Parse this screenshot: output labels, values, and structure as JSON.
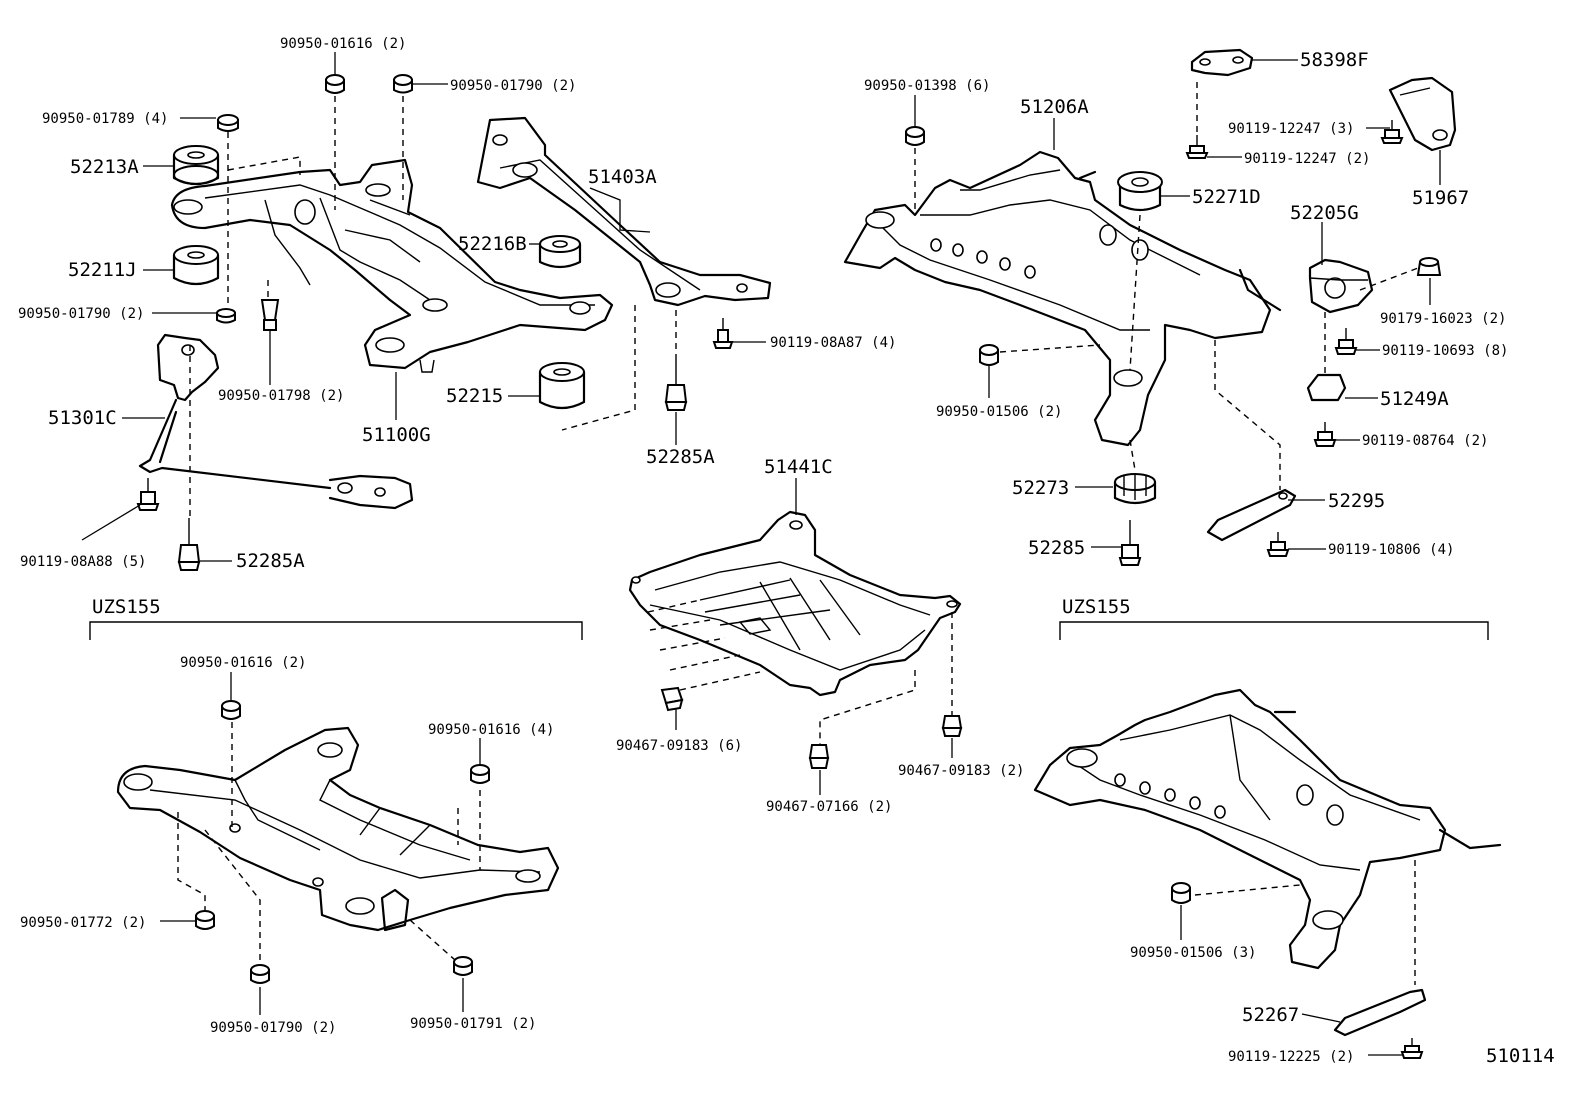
{
  "diagram_id": "510114",
  "variant_label": "UZS155",
  "parts": {
    "p_90950_01616_2_top": "90950-01616 (2)",
    "p_90950_01790_2_top": "90950-01790 (2)",
    "p_90950_01789_4": "90950-01789 (4)",
    "p_52213A": "52213A",
    "p_51403A": "51403A",
    "p_52216B": "52216B",
    "p_52211J": "52211J",
    "p_90950_01790_2_left": "90950-01790 (2)",
    "p_90119_08A87_4": "90119-08A87 (4)",
    "p_90950_01798_2": "90950-01798 (2)",
    "p_52215": "52215",
    "p_51301C": "51301C",
    "p_51100G": "51100G",
    "p_52285A_mid": "52285A",
    "p_90119_08A88_5": "90119-08A88 (5)",
    "p_52285A_left": "52285A",
    "p_90950_01398_6": "90950-01398 (6)",
    "p_51206A": "51206A",
    "p_58398F": "58398F",
    "p_90119_12247_3": "90119-12247 (3)",
    "p_90119_12247_2": "90119-12247 (2)",
    "p_51967": "51967",
    "p_52271D": "52271D",
    "p_52205G": "52205G",
    "p_90179_16023_2": "90179-16023 (2)",
    "p_90119_10693_8": "90119-10693 (8)",
    "p_90950_01506_2": "90950-01506 (2)",
    "p_51249A": "51249A",
    "p_90119_08764_2": "90119-08764 (2)",
    "p_52273": "52273",
    "p_52295": "52295",
    "p_52285": "52285",
    "p_90119_10806_4": "90119-10806 (4)",
    "p_51441C": "51441C",
    "p_90950_01616_2_bottom": "90950-01616 (2)",
    "p_90950_01616_4": "90950-01616 (4)",
    "p_90467_09183_6": "90467-09183 (6)",
    "p_90467_09183_2": "90467-09183 (2)",
    "p_90467_07166_2": "90467-07166 (2)",
    "p_90950_01772_2": "90950-01772 (2)",
    "p_90950_01790_2_bottom": "90950-01790 (2)",
    "p_90950_01791_2": "90950-01791 (2)",
    "p_90950_01506_3": "90950-01506 (3)",
    "p_52267": "52267",
    "p_90119_12225_2": "90119-12225 (2)"
  }
}
